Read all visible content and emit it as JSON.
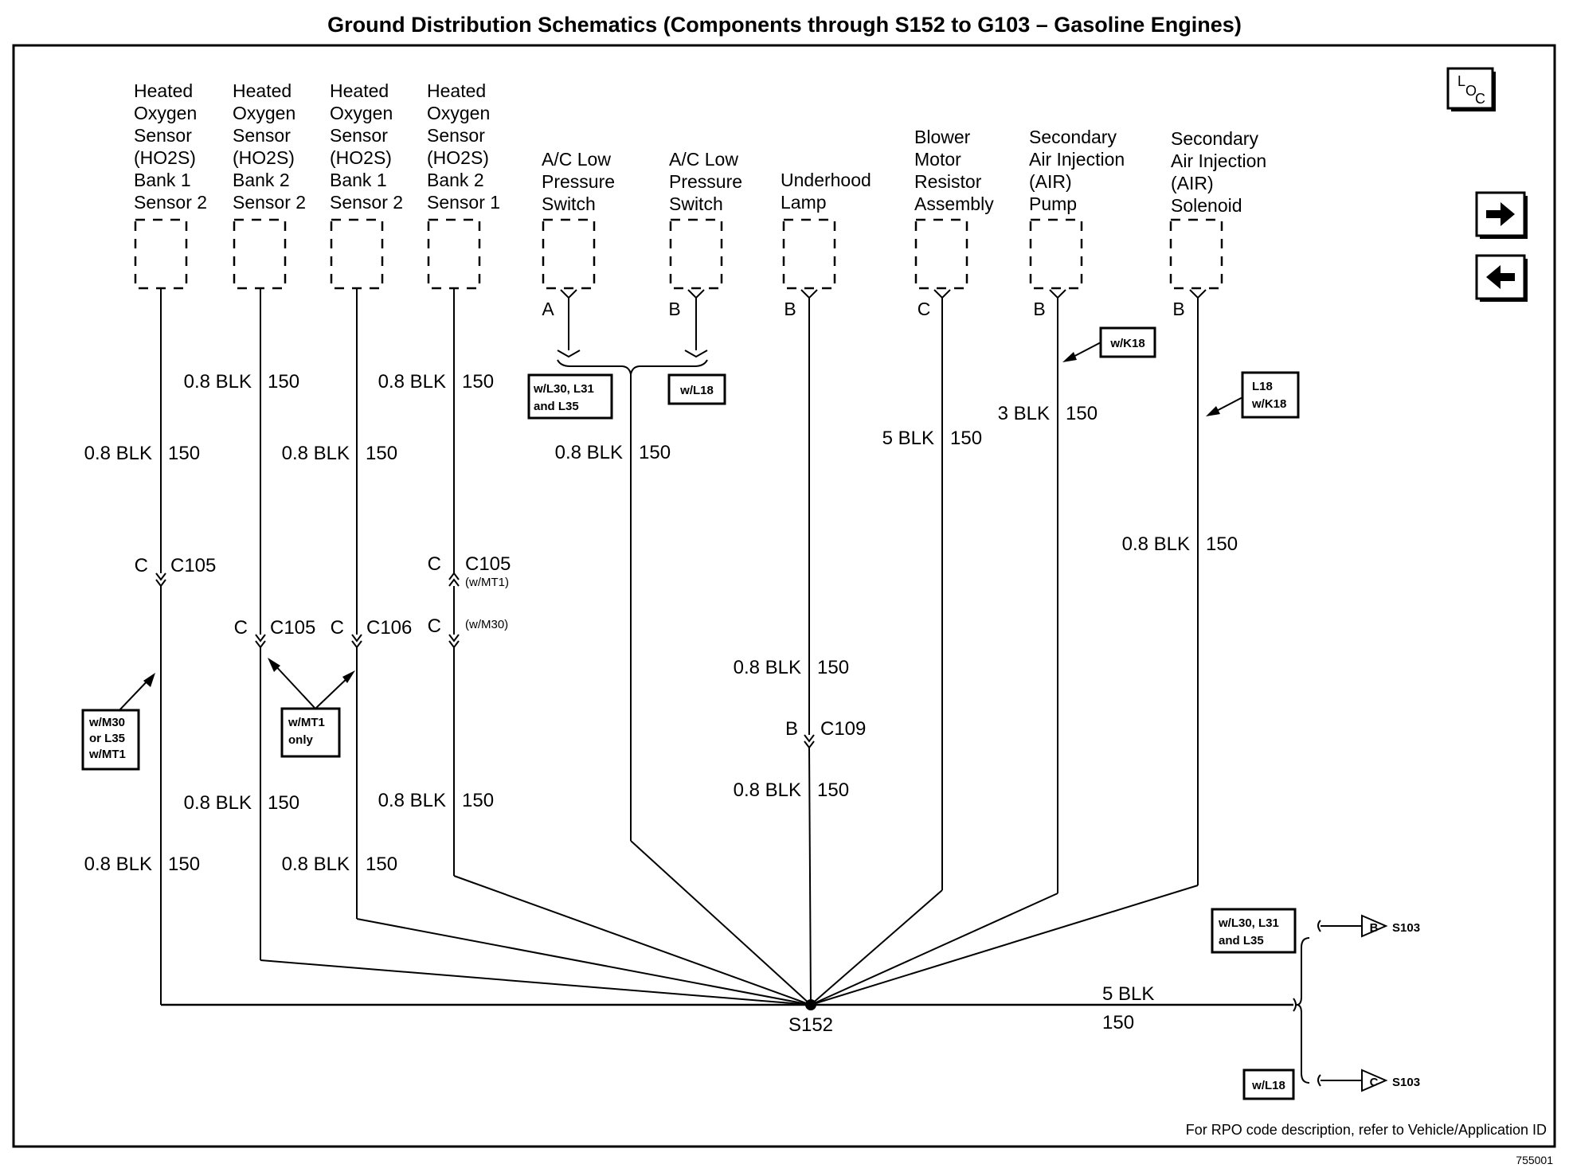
{
  "title": "Ground Distribution Schematics (Components through S152 to G103 – Gasoline Engines)",
  "components": [
    {
      "lines": [
        "Heated",
        "Oxygen",
        "Sensor",
        "(HO2S)",
        "Bank 1",
        "Sensor 2"
      ]
    },
    {
      "lines": [
        "Heated",
        "Oxygen",
        "Sensor",
        "(HO2S)",
        "Bank 2",
        "Sensor 2"
      ]
    },
    {
      "lines": [
        "Heated",
        "Oxygen",
        "Sensor",
        "(HO2S)",
        "Bank 1",
        "Sensor 2"
      ]
    },
    {
      "lines": [
        "Heated",
        "Oxygen",
        "Sensor",
        "(HO2S)",
        "Bank 2",
        "Sensor 1"
      ]
    },
    {
      "lines": [
        "A/C Low",
        "Pressure",
        "Switch"
      ],
      "pin": "A"
    },
    {
      "lines": [
        "A/C Low",
        "Pressure",
        "Switch"
      ],
      "pin": "B"
    },
    {
      "lines": [
        "Underhood",
        "Lamp"
      ],
      "pin": "B"
    },
    {
      "lines": [
        "Blower",
        "Motor",
        "Resistor",
        "Assembly"
      ],
      "pin": "C"
    },
    {
      "lines": [
        "Secondary",
        "Air Injection",
        "(AIR)",
        "Pump"
      ],
      "pin": "B"
    },
    {
      "lines": [
        "Secondary",
        "Air Injection",
        "(AIR)",
        "Solenoid"
      ],
      "pin": "B"
    }
  ],
  "wires": {
    "blk08": "0.8 BLK",
    "blk3": "3 BLK",
    "blk5": "5 BLK",
    "circuit": "150"
  },
  "connectors": {
    "c105": "C105",
    "c106": "C106",
    "c109": "C109",
    "pin_c": "C",
    "pin_b": "B",
    "w_mt1": "(w/MT1)",
    "w_m30": "(w/M30)"
  },
  "notes": {
    "ac_left": [
      "w/L30, L31",
      "and L35"
    ],
    "ac_right": "w/L18",
    "air_pump": "w/K18",
    "air_sol": [
      "L18",
      "w/K18"
    ],
    "ho2s1": [
      "w/M30",
      "or L35",
      "w/MT1"
    ],
    "mt1only": [
      "w/MT1",
      "only"
    ],
    "s103_top": [
      "w/L30, L31",
      "and L35"
    ],
    "s103_bottom": "w/L18"
  },
  "splice": "S152",
  "dest": {
    "b_label": "B",
    "c_label": "C",
    "s103": "S103"
  },
  "nav": {
    "loc_l": "L",
    "loc_o": "O",
    "loc_c": "C",
    "next_icon": "arrow-right-icon",
    "prev_icon": "arrow-left-icon"
  },
  "footer": "For RPO code description, refer to Vehicle/Application ID",
  "doc_id": "755001"
}
